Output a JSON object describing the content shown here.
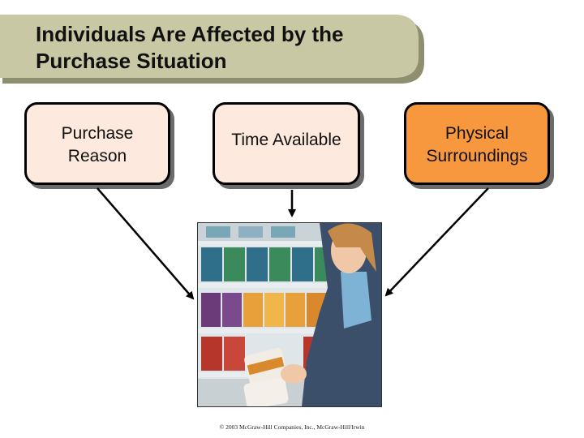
{
  "title": "Individuals Are Affected by the Purchase Situation",
  "boxes": {
    "purchase_reason": "Purchase Reason",
    "time_available": "Time Available",
    "physical_surroundings": "Physical Surroundings"
  },
  "colors": {
    "title_band": "#c8c8a4",
    "box_light": "#fde9dd",
    "box_highlight": "#f7983f"
  },
  "footer": {
    "copyright": "© 2003 McGraw-Hill Companies, Inc., McGraw-Hill/Irwin"
  }
}
